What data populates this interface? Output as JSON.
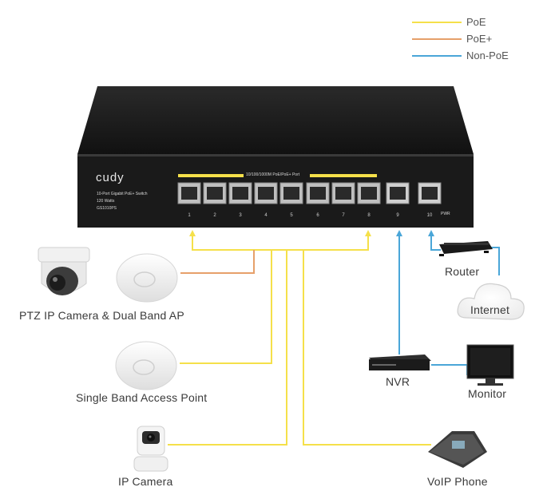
{
  "legend": [
    {
      "label": "PoE",
      "color": "#f5e04a"
    },
    {
      "label": "PoE+",
      "color": "#e6a06a"
    },
    {
      "label": "Non-PoE",
      "color": "#4aa6d8"
    }
  ],
  "switch": {
    "brand": "cudy",
    "model": "10-Port Gigabit PoE+ Switch",
    "wattage": "120 Watts",
    "sku": "GS1010PS",
    "port_header": "10/100/1000M PoE/PoE+ Port",
    "port_numbers": [
      "1",
      "2",
      "3",
      "4",
      "5",
      "6",
      "7",
      "8",
      "9",
      "10"
    ],
    "pwr_label": "PWR"
  },
  "devices": {
    "ptz_ap": "PTZ IP Camera & Dual Band AP",
    "single_ap": "Single Band Access Point",
    "ip_camera": "IP Camera",
    "voip": "VoIP Phone",
    "router": "Router",
    "internet": "Internet",
    "nvr": "NVR",
    "monitor": "Monitor"
  }
}
